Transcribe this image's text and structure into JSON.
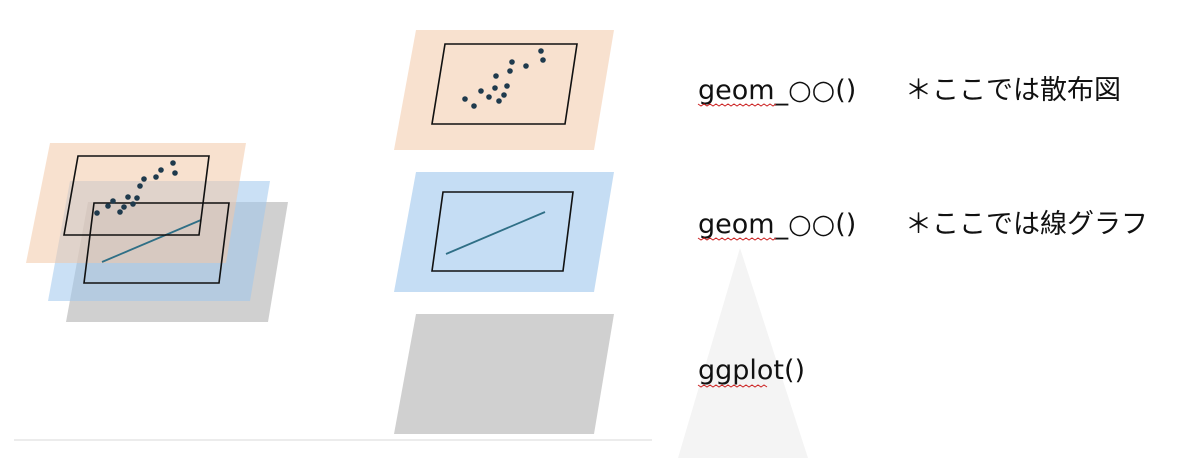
{
  "colors": {
    "geom_point_layer": "#f3c8a8",
    "geom_line_layer": "#9ec6ec",
    "ggplot_layer": "#c8c8c8",
    "panel_border": "#111111",
    "points": "#1f3a4d",
    "line": "#2f6f86",
    "spellcheck_underline": "#cc2222"
  },
  "labels": [
    {
      "func": "geom_○○()",
      "note": "＊ここでは散布図"
    },
    {
      "func": "geom_○○()",
      "note": "＊ここでは線グラフ"
    },
    {
      "func": "ggplot()",
      "note": ""
    }
  ]
}
